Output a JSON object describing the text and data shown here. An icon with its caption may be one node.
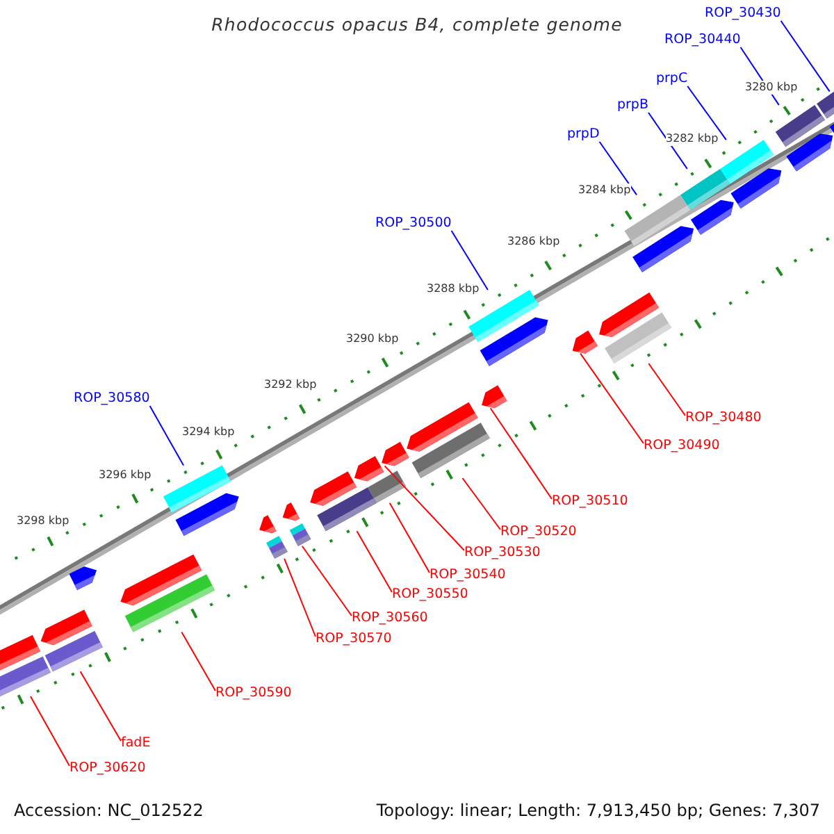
{
  "diagram": {
    "title": "Rhodococcus opacus B4, complete genome",
    "nodes": [
      {
        "text": [
          "ROP_30430"
        ]
      },
      {
        "text": [
          "ROP_30440"
        ]
      },
      {
        "text": [
          "prpC"
        ]
      },
      {
        "text": [
          "prpB"
        ]
      },
      {
        "text": [
          "prpD"
        ]
      },
      {
        "text": [
          "ROP_30500"
        ]
      },
      {
        "text": [
          "ROP_30580"
        ]
      },
      {
        "text": [
          "ROP_30480"
        ]
      },
      {
        "text": [
          "ROP_30490"
        ]
      },
      {
        "text": [
          "ROP_30510"
        ]
      },
      {
        "text": [
          "ROP_30520"
        ]
      },
      {
        "text": [
          "ROP_30530"
        ]
      },
      {
        "text": [
          "ROP_30540"
        ]
      },
      {
        "text": [
          "ROP_30550"
        ]
      },
      {
        "text": [
          "ROP_30560"
        ]
      },
      {
        "text": [
          "ROP_30570"
        ]
      },
      {
        "text": [
          "ROP_30590"
        ]
      },
      {
        "text": [
          "fadE"
        ]
      },
      {
        "text": [
          "ROP_30620"
        ]
      },
      {
        "text": [],
        "shape": "bar"
      },
      {
        "text": [],
        "shape": "pentagon"
      },
      {
        "text": [],
        "shape": "bar"
      },
      {
        "text": [],
        "shape": "pentagon"
      },
      {
        "text": [],
        "shape": "bar"
      },
      {
        "text": [],
        "shape": "pentagon"
      },
      {
        "text": [],
        "shape": "bar"
      },
      {
        "text": [],
        "shape": "pentagon"
      },
      {
        "text": [],
        "shape": "bar"
      },
      {
        "text": [],
        "shape": "pentagon"
      },
      {
        "text": [],
        "shape": "pentagon"
      },
      {
        "text": [],
        "shape": "bar"
      },
      {
        "text": [],
        "shape": "pentagon"
      },
      {
        "text": [],
        "shape": "bar"
      },
      {
        "text": [],
        "shape": "pentagon"
      },
      {
        "text": [],
        "shape": "pentagon"
      },
      {
        "text": [],
        "shape": "pentagon"
      },
      {
        "text": [],
        "shape": "bar"
      },
      {
        "text": [],
        "shape": "pentagon"
      },
      {
        "text": [],
        "shape": "bar"
      },
      {
        "text": [],
        "shape": "pentagon"
      },
      {
        "text": [],
        "shape": "bar"
      },
      {
        "text": [],
        "shape": "pentagon"
      },
      {
        "text": [],
        "shape": "pentagon"
      },
      {
        "text": [],
        "shape": "box"
      },
      {
        "text": [],
        "shape": "pentagon"
      },
      {
        "text": [],
        "shape": "box"
      },
      {
        "text": [],
        "shape": "bar"
      },
      {
        "text": [],
        "shape": "pentagon"
      },
      {
        "text": [],
        "shape": "pentagon"
      },
      {
        "text": [],
        "shape": "bar"
      },
      {
        "text": [],
        "shape": "pentagon"
      },
      {
        "text": [],
        "shape": "pentagon"
      },
      {
        "text": [],
        "shape": "bar"
      },
      {
        "text": [],
        "shape": "pentagon"
      },
      {
        "text": [],
        "shape": "bar"
      }
    ],
    "edges": [
      {
        "from": 0,
        "to": 19,
        "arrow": "none",
        "color": "#0000ff"
      },
      {
        "from": 1,
        "to": 21,
        "arrow": "none",
        "color": "#0000ff"
      },
      {
        "from": 2,
        "to": 23,
        "arrow": "none",
        "color": "#0000ff"
      },
      {
        "from": 3,
        "to": 25,
        "arrow": "none",
        "color": "#0000ff"
      },
      {
        "from": 4,
        "to": 27,
        "arrow": "none",
        "color": "#0000ff"
      },
      {
        "from": 5,
        "to": 32,
        "arrow": "none",
        "color": "#0000ff"
      },
      {
        "from": 6,
        "to": 46,
        "arrow": "none",
        "color": "#0000ff"
      },
      {
        "from": 7,
        "to": 30,
        "arrow": "none"
      },
      {
        "from": 8,
        "to": 31,
        "arrow": "none"
      },
      {
        "from": 9,
        "to": 34,
        "arrow": "none"
      },
      {
        "from": 10,
        "to": 36,
        "arrow": "none"
      },
      {
        "from": 11,
        "to": 37,
        "arrow": "none"
      },
      {
        "from": 12,
        "to": 38,
        "arrow": "none"
      },
      {
        "from": 13,
        "to": 40,
        "arrow": "none"
      },
      {
        "from": 14,
        "to": 43,
        "arrow": "none"
      },
      {
        "from": 15,
        "to": 45,
        "arrow": "none"
      },
      {
        "from": 16,
        "to": 49,
        "arrow": "none"
      },
      {
        "from": 17,
        "to": 52,
        "arrow": "none"
      },
      {
        "from": 18,
        "to": 54,
        "arrow": "none"
      }
    ],
    "labels": [
      "3280 kbp",
      "3282 kbp",
      "3284 kbp",
      "3286 kbp",
      "3288 kbp",
      "3290 kbp",
      "3292 kbp",
      "3294 kbp",
      "3296 kbp",
      "3298 kbp",
      "Accession: NC_012522",
      "Topology: linear; Length: 7,913,450 bp; Genes: 7,307"
    ]
  }
}
